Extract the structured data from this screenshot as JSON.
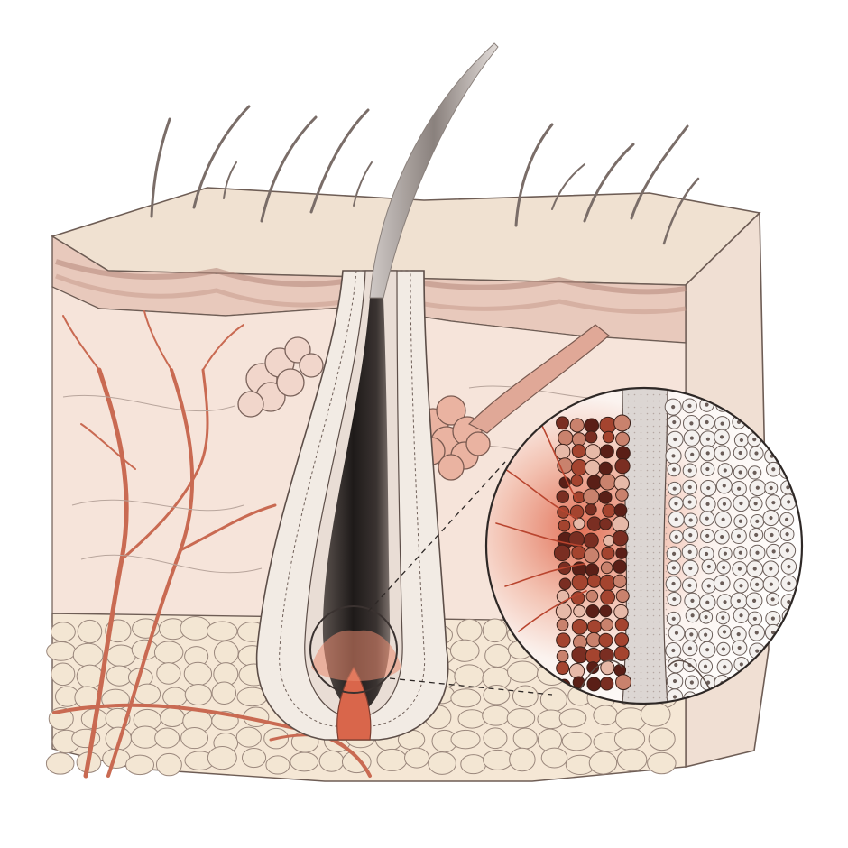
{
  "illustration": {
    "colors": {
      "background": "#ffffff",
      "epidermis": "#e9cfc2",
      "dermis": "#f4e3da",
      "fat": "#f3e6d3",
      "vessel": "#c96a52",
      "hair_shaft": "#2a2422",
      "papilla": "#e07a5f",
      "ink": "#5a4a44"
    },
    "icons": [
      "skin-block",
      "hair-follicle",
      "magnified-inset"
    ]
  }
}
